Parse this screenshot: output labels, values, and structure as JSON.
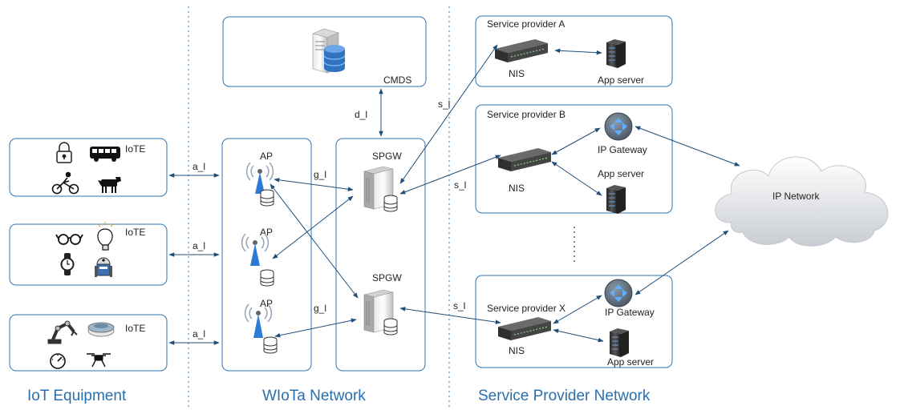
{
  "sections": {
    "iot": "IoT Equipment",
    "wiota": "WIoTa Network",
    "spn": "Service Provider Network"
  },
  "iote_label": "IoTE",
  "ap_label": "AP",
  "spgw_label": "SPGW",
  "cmds_label": "CMDS",
  "nis_label": "NIS",
  "app_server_label": "App server",
  "ip_gateway_label": "IP Gateway",
  "ip_network_label": "IP Network",
  "providers": [
    "Service provider A",
    "Service provider B",
    "Service provider X"
  ],
  "links": {
    "a": "a_l",
    "g": "g_l",
    "d": "d_l",
    "s": "s_l"
  },
  "icons": {
    "iote_group_1": [
      "lock-icon",
      "bus-icon",
      "bicycle-icon",
      "cow-icon"
    ],
    "iote_group_2": [
      "glasses-icon",
      "lightbulb-icon",
      "watch-icon",
      "robot-icon"
    ],
    "iote_group_3": [
      "robot-arm-icon",
      "smoke-detector-icon",
      "gauge-icon",
      "drone-icon"
    ]
  },
  "colors": {
    "box_border": "#2e75b6",
    "section_text": "#2a6fad",
    "connector": "#2e75b6",
    "ap_blue": "#2e7bd6"
  }
}
